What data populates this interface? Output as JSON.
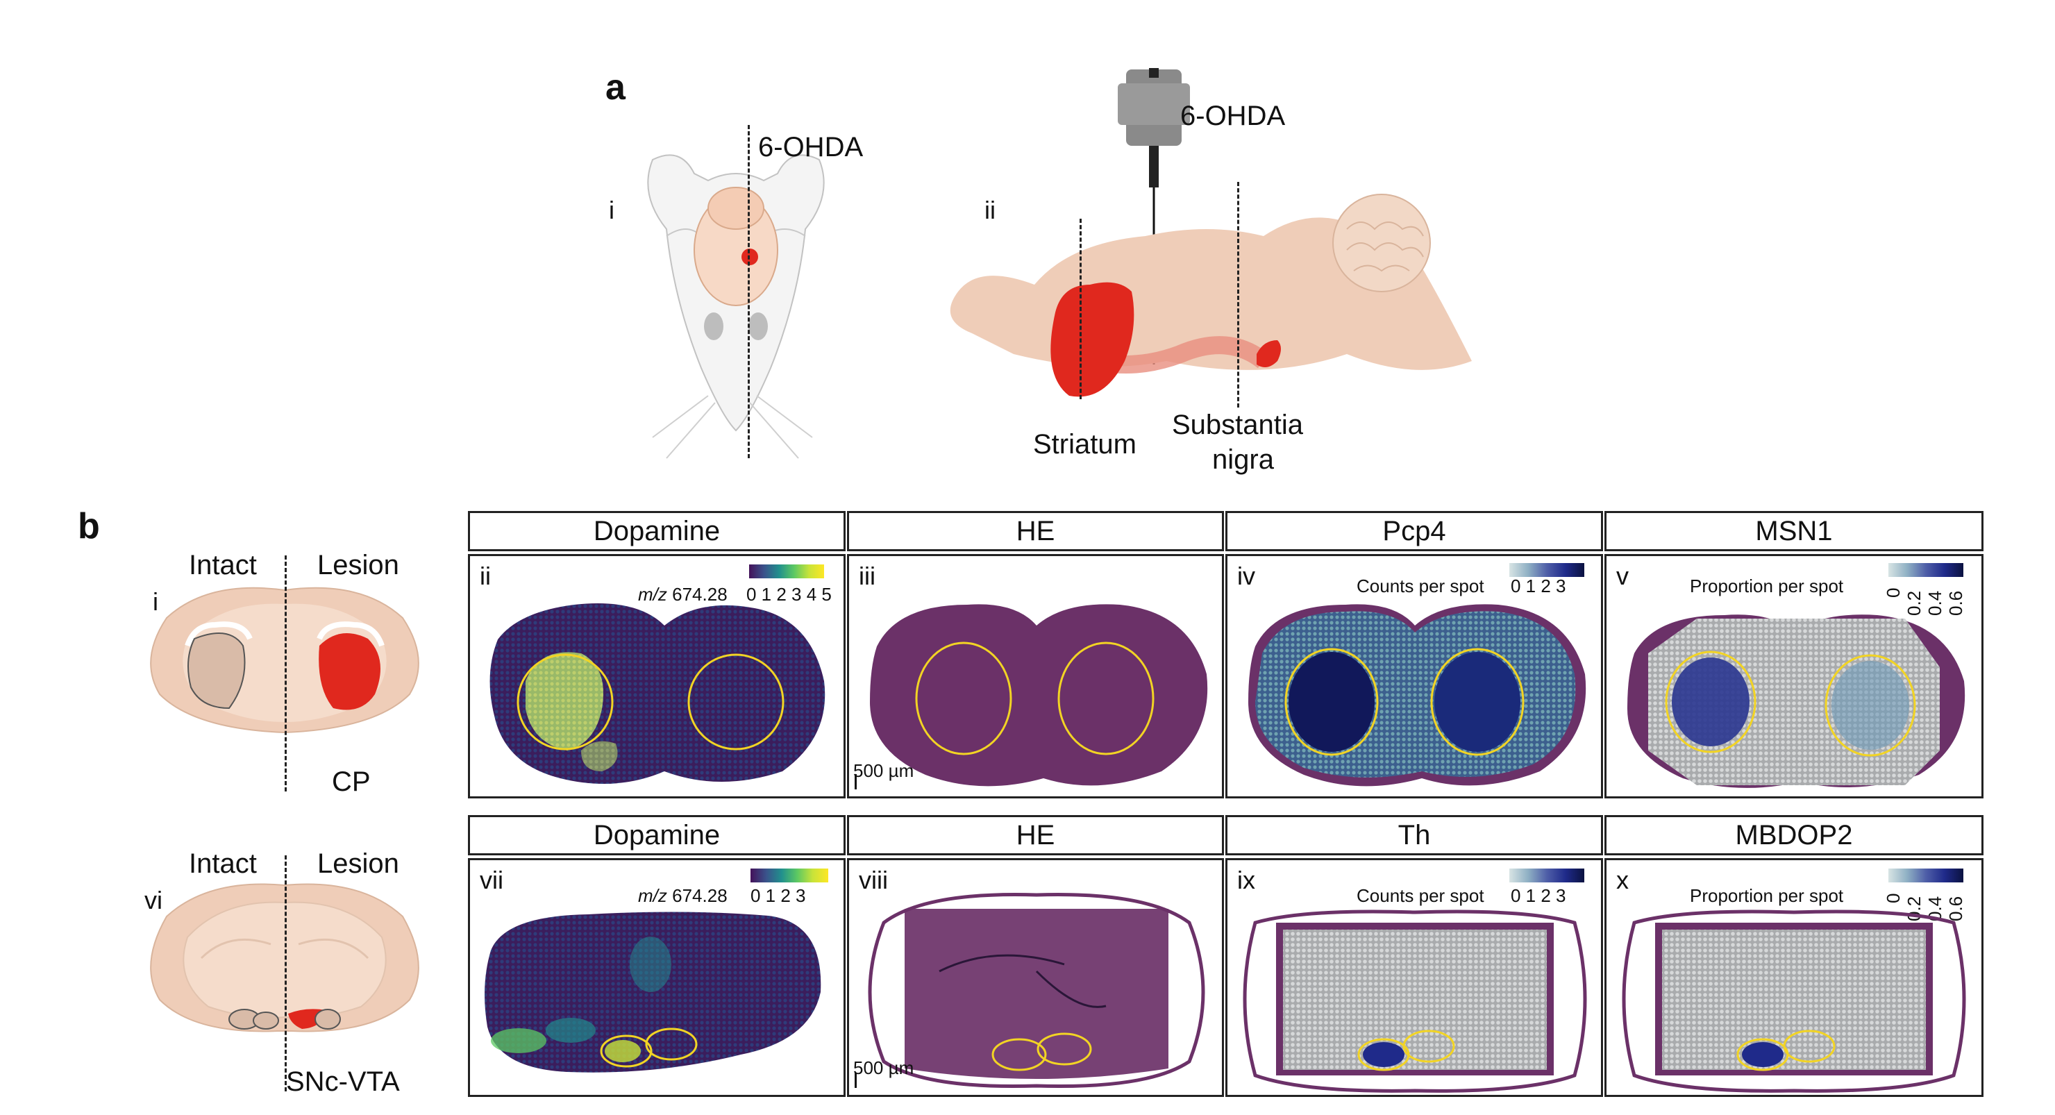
{
  "panel_a": {
    "letter": "a",
    "sub_i": "i",
    "sub_ii": "ii",
    "label_6ohda_top": "6-OHDA",
    "label_6ohda_syringe": "6-OHDA",
    "label_striatum": "Striatum",
    "label_substantia": "Substantia",
    "label_nigra": "nigra"
  },
  "panel_b": {
    "letter": "b",
    "row1": {
      "roman": "i",
      "intact": "Intact",
      "lesion": "Lesion",
      "region": "CP",
      "headers": [
        "Dopamine",
        "HE",
        "Pcp4",
        "MSN1"
      ],
      "sub_labels": [
        "ii",
        "iii",
        "iv",
        "v"
      ],
      "mz_prefix": "m/z",
      "mz_value": "674.28",
      "cb_ticks_dopamine": "0 1 2 3 4 5",
      "scale_bar": "500 µm",
      "cb_title_pcp4": "Counts per spot",
      "cb_ticks_pcp4": "0  1  2  3",
      "cb_title_msn1": "Proportion per spot",
      "cb_ticks_msn1": [
        "0",
        "0.2",
        "0.4",
        "0.6"
      ]
    },
    "row2": {
      "roman": "vi",
      "intact": "Intact",
      "lesion": "Lesion",
      "region": "SNc-VTA",
      "headers": [
        "Dopamine",
        "HE",
        "Th",
        "MBDOP2"
      ],
      "sub_labels": [
        "vii",
        "viii",
        "ix",
        "x"
      ],
      "mz_prefix": "m/z",
      "mz_value": "674.28",
      "cb_ticks_dopamine": "0  1  2  3",
      "scale_bar": "500 µm",
      "cb_title_th": "Counts per spot",
      "cb_ticks_th": "0  1  2  3",
      "cb_title_mbdop2": "Proportion per spot",
      "cb_ticks_mbdop2": [
        "0",
        "0.2",
        "0.4",
        "0.6"
      ]
    }
  },
  "colors": {
    "tissue": "#efcdb8",
    "lesion_red": "#e0281e",
    "he_purple": "#6b3168",
    "roi_yellow": "#f2d424",
    "viridis_dark": "#44125a",
    "viridis_bright": "#c8e33a",
    "spot_grey": "#c7c9ca",
    "spot_blue": "#1f2a8a"
  }
}
